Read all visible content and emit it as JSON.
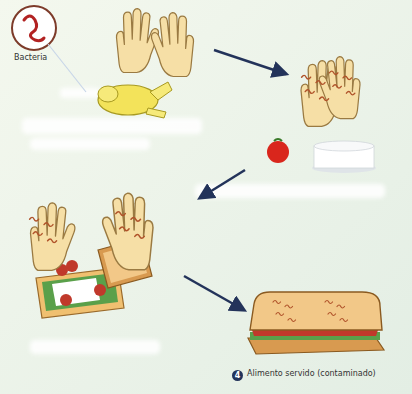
{
  "diagram": {
    "labels": [
      "Bacteria",
      "4",
      "Alimento servido (contaminado)"
    ]
  }
}
